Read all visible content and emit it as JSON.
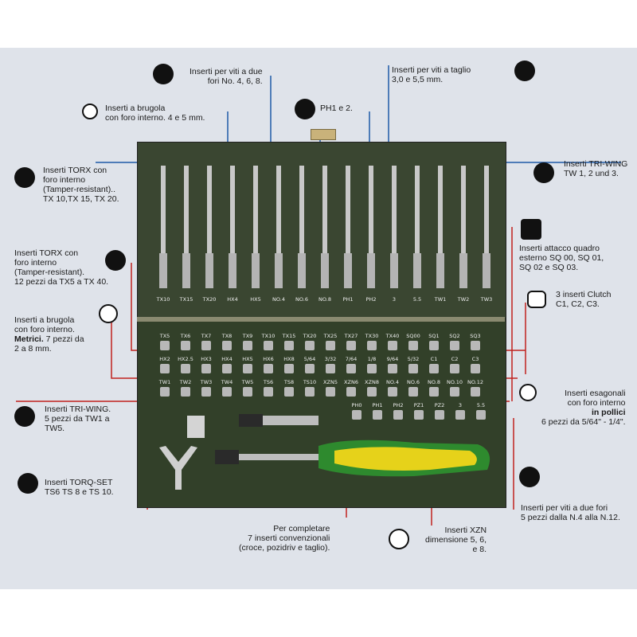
{
  "labels": {
    "two_hole_468": "Inserti per viti a due\nfori No. 4, 6, 8.",
    "slot": "Inserti per viti a taglio\n3,0 e 5,5 mm.",
    "hex_hollow_45": "Inserti a brugola\ncon foro interno. 4 e 5 mm.",
    "ph": "PH1 e 2.",
    "torx_tamper": "Inserti TORX con\nforo interno\n(Tamper-resistant)..\nTX 10,TX 15, TX 20.",
    "triwing_top": "Inserti TRI-WING\nTW 1, 2 und 3.",
    "square": "Inserti attacco quadro\nesterno SQ 00, SQ 01,\nSQ 02 e SQ 03.",
    "torx_12": "Inserti TORX con\nforo interno\n(Tamper-resistant).\n12 pezzi da TX5 a TX 40.",
    "clutch": "3 inserti Clutch\nC1, C2, C3.",
    "hex_metric_a": "Inserti a brugola\ncon foro interno.",
    "hex_metric_b": "Metrici.",
    "hex_metric_c": " 7 pezzi da\n2 a 8 mm.",
    "hex_inch_a": "Inserti esagonali\ncon foro interno",
    "hex_inch_b": "in pollici",
    "hex_inch_c": "6 pezzi da 5/64\" - 1/4\".",
    "triwing_5": "Inserti TRI-WING.\n5 pezzi da TW1 a\nTW5.",
    "torqset": "Inserti TORQ-SET\nTS6 TS 8 e TS 10.",
    "two_hole_5": "Inserti per viti a due fori\n5 pezzi dalla N.4 alla N.12.",
    "completion": "Per completare\n7 inserti convenzionali\n(croce, pozidriv e taglio).",
    "xzn": "Inserti XZN\ndimensione 5, 6,\ne 8."
  },
  "long_bits": [
    "TX10",
    "TX15",
    "TX20",
    "HX4",
    "HX5",
    "NO.4",
    "NO.6",
    "NO.8",
    "PH1",
    "PH2",
    "3",
    "5.5",
    "TW1",
    "TW2",
    "TW3"
  ],
  "row1": [
    "TX5",
    "TX6",
    "TX7",
    "TX8",
    "TX9",
    "TX10",
    "TX15",
    "TX20",
    "TX25",
    "TX27",
    "TX30",
    "TX40",
    "SQ00",
    "SQ1",
    "SQ2",
    "SQ3"
  ],
  "row2": [
    "HX2",
    "HX2.5",
    "HX3",
    "HX4",
    "HX5",
    "HX6",
    "HX8",
    "5/64",
    "3/32",
    "7/64",
    "1/8",
    "9/64",
    "5/32",
    "C1",
    "C2",
    "C3"
  ],
  "row3": [
    "TW1",
    "TW2",
    "TW3",
    "TW4",
    "TW5",
    "TS6",
    "TS8",
    "TS10",
    "XZN5",
    "XZN6",
    "XZN8",
    "NO.4",
    "NO.6",
    "NO.8",
    "NO.10",
    "NO.12"
  ],
  "row4": [
    "PH0",
    "PH1",
    "PH2",
    "PZ1",
    "PZ2",
    "3",
    "5.5"
  ],
  "colors": {
    "box": "#3a4631",
    "line_blue": "#1e5aa8",
    "line_red": "#c0221e",
    "handle_green": "#2e8a2e",
    "handle_yellow": "#e6d21a"
  }
}
